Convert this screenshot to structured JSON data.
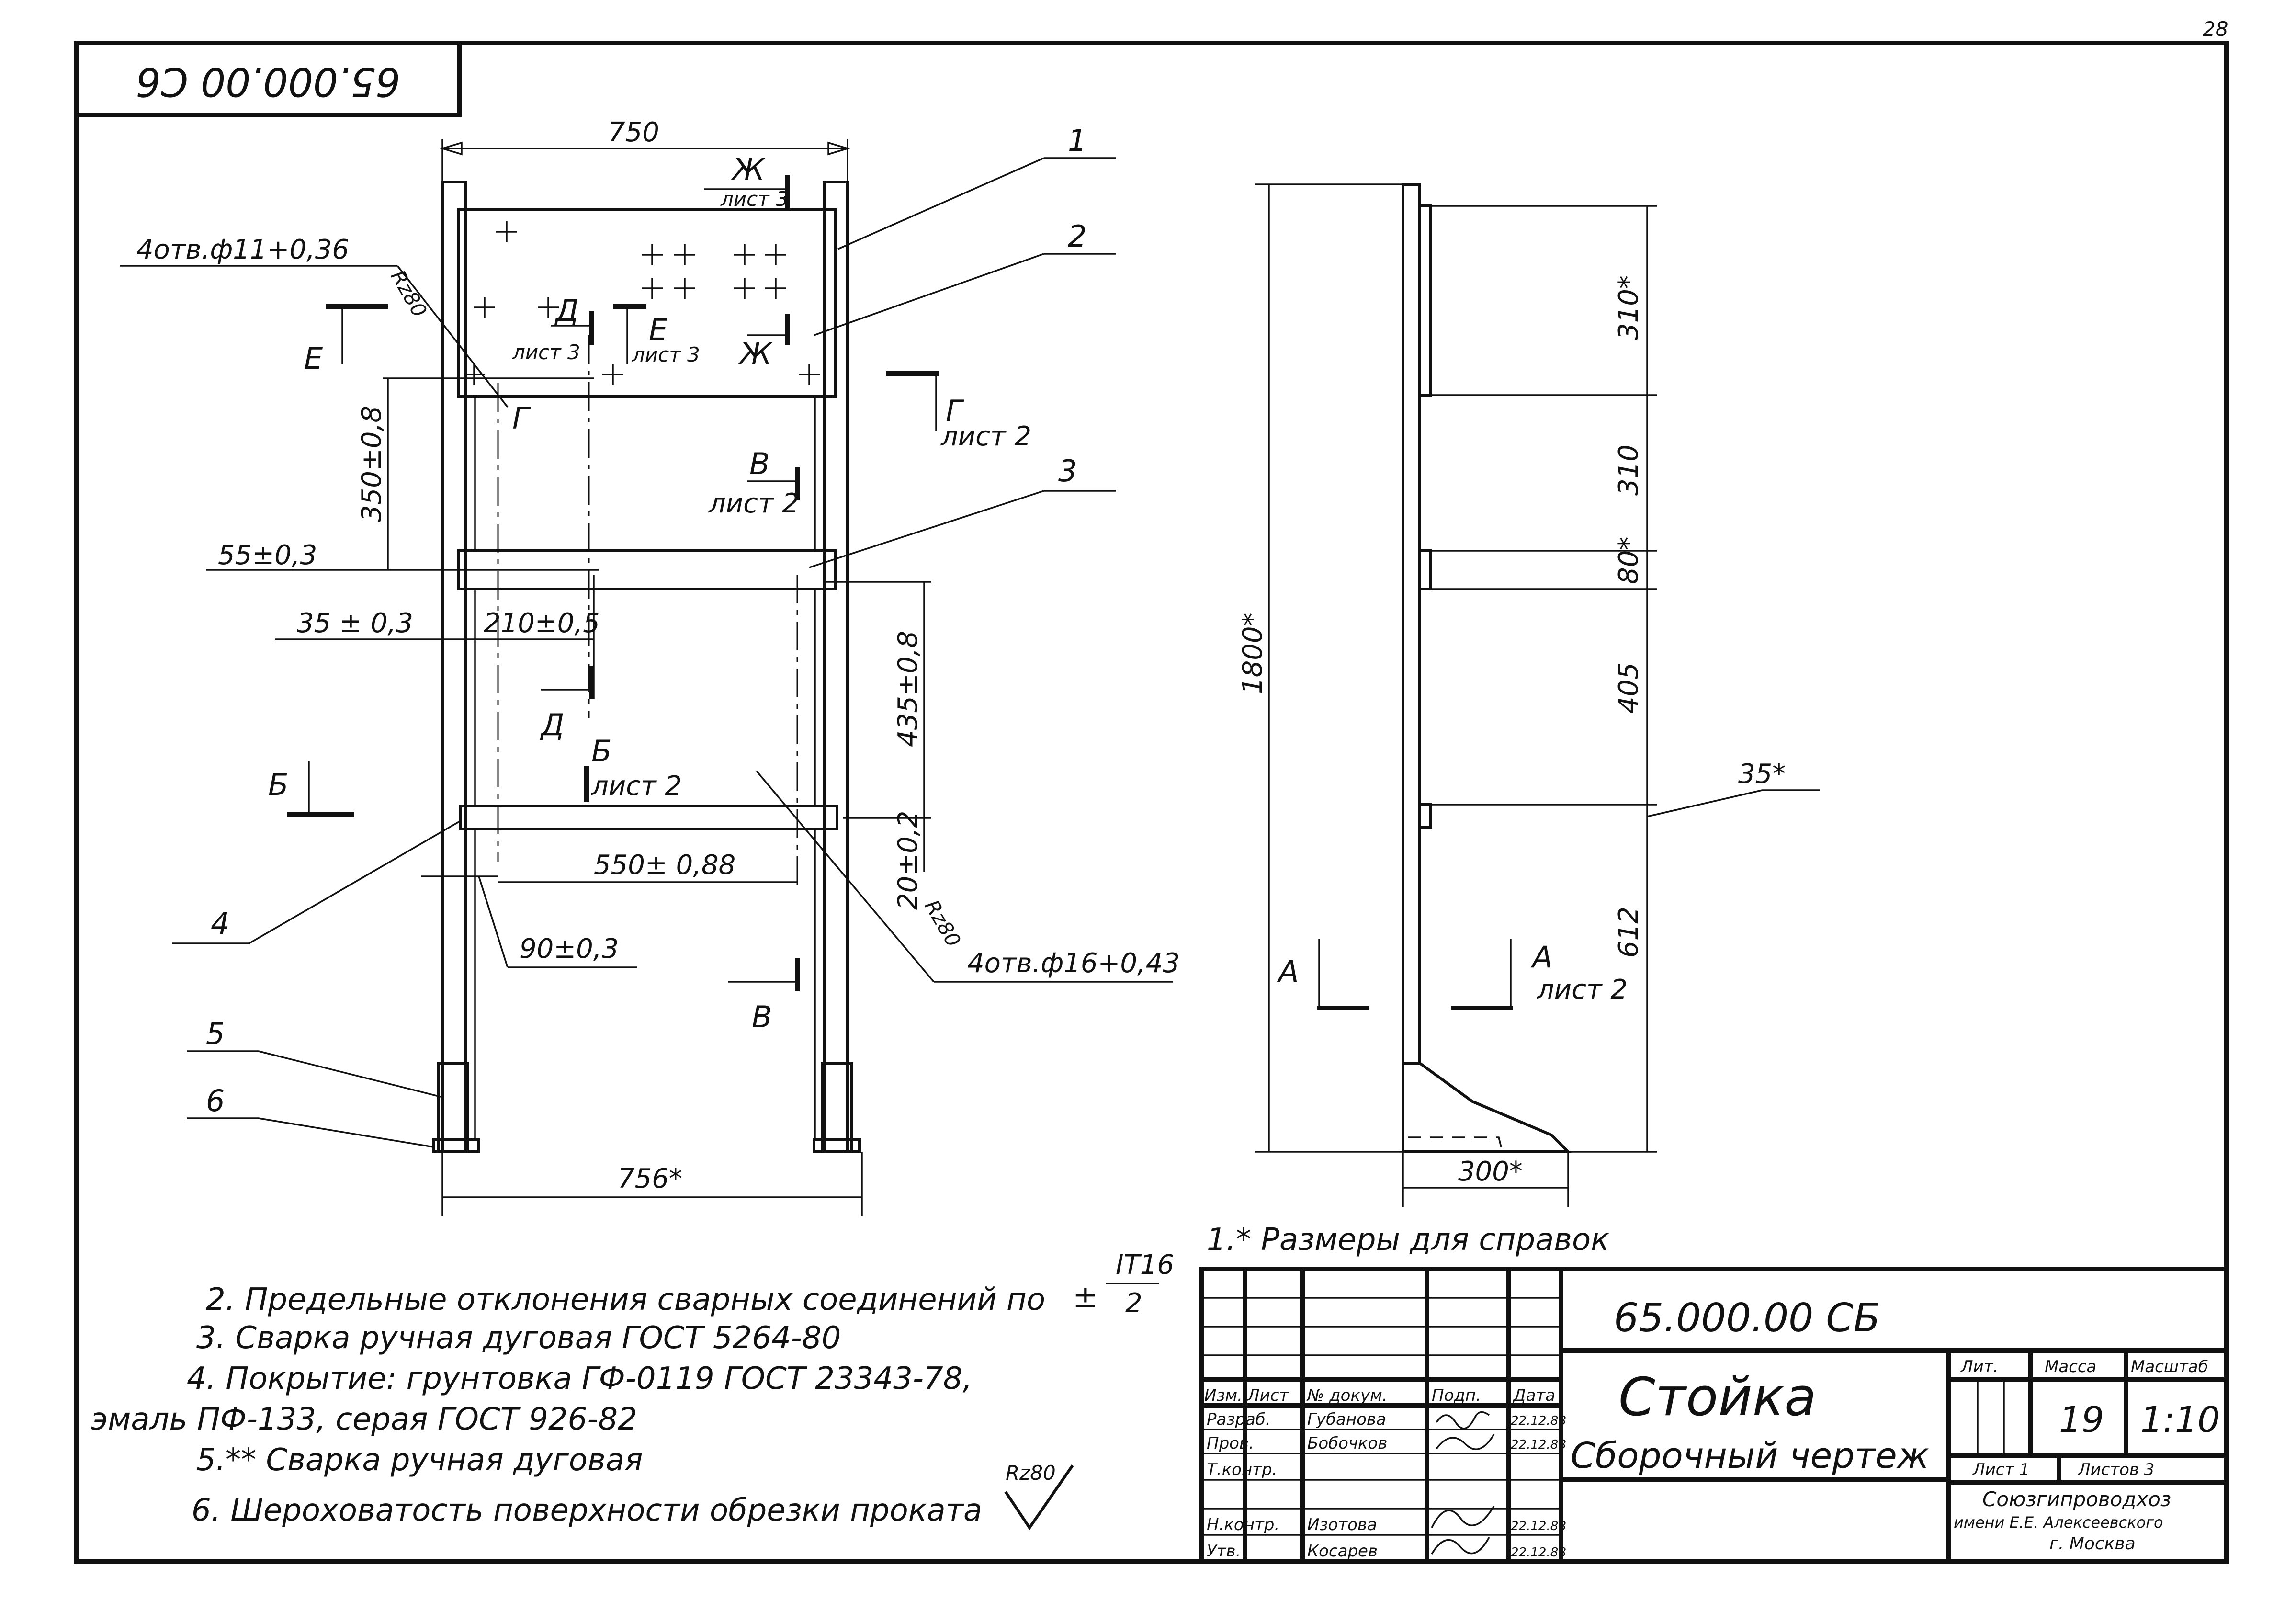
{
  "sheet": {
    "page_number": "28",
    "rotated_code": "65.000.00 С6"
  },
  "front_view": {
    "top_width": "750",
    "bottom_width": "756*",
    "holes_top": "4отв.ф11+0,36",
    "holes_bottom": "4отв.ф16+0,43",
    "roughness_top": "Rz80",
    "roughness_bottom": "Rz80",
    "dim_350": "350±0,8",
    "dim_55": "55±0,3",
    "dim_35": "35 ± 0,3",
    "dim_210": "210±0,5",
    "dim_435": "435±0,8",
    "dim_550": "550± 0,88",
    "dim_20": "20±0,2",
    "dim_90": "90±0,3",
    "sections": [
      {
        "letter": "Ж",
        "sheet": "лист 3"
      },
      {
        "letter": "Ж",
        "sheet": ""
      },
      {
        "letter": "Д",
        "sheet": "лист 3"
      },
      {
        "letter": "Д",
        "sheet": ""
      },
      {
        "letter": "Е",
        "sheet": "лист 3"
      },
      {
        "letter": "Е",
        "sheet": ""
      },
      {
        "letter": "Г",
        "sheet": "лист 2"
      },
      {
        "letter": "Г",
        "sheet": ""
      },
      {
        "letter": "В",
        "sheet": "лист 2"
      },
      {
        "letter": "В",
        "sheet": ""
      },
      {
        "letter": "Б",
        "sheet": "лист 2"
      },
      {
        "letter": "Б",
        "sheet": ""
      },
      {
        "letter": "А",
        "sheet": "лист 2"
      },
      {
        "letter": "А",
        "sheet": ""
      }
    ],
    "positions": [
      "1",
      "2",
      "3",
      "4",
      "5",
      "6"
    ]
  },
  "side_view": {
    "height": "1800*",
    "dim_310a": "310*",
    "dim_310b": "310",
    "dim_80": "80*",
    "dim_405": "405",
    "dim_612": "612",
    "dim_35": "35*",
    "base": "300*"
  },
  "notes": {
    "note1": "1.* Размеры для справок",
    "note2": "2. Предельные отклонения сварных соединений по",
    "note2_tol_top": "IT16",
    "note2_tol_bottom": "2",
    "note2_sign": "±",
    "note3": "3. Сварка ручная дуговая  ГОСТ 5264-80",
    "note4a": "4. Покрытие: грунтовка  ГФ-0119  ГОСТ 23343-78,",
    "note4b": "эмаль  ПФ-133,  серая ГОСТ 926-82",
    "note5": "5.** Сварка ручная дуговая",
    "note6": "6. Шероховатость поверхности обрезки проката",
    "note6_rz": "Rz80"
  },
  "title_block": {
    "code": "65.000.00 СБ",
    "name": "Стойка",
    "doc_type": "Сборочный чертеж",
    "col_headers": {
      "izm": "Изм.",
      "list": "Лист",
      "doc": "№ докум.",
      "sign": "Подп.",
      "date": "Дата"
    },
    "roles": [
      {
        "role": "Разраб.",
        "name": "Губанова",
        "date": "22.12.88"
      },
      {
        "role": "Пров.",
        "name": "Бобочков",
        "date": "22.12.88"
      },
      {
        "role": "Т.контр.",
        "name": "",
        "date": ""
      },
      {
        "role": "",
        "name": "",
        "date": ""
      },
      {
        "role": "Н.контр.",
        "name": "Изотова",
        "date": "22.12.88"
      },
      {
        "role": "Утв.",
        "name": "Косарев",
        "date": "22.12.88"
      }
    ],
    "lit_label": "Лит.",
    "mass_label": "Масса",
    "scale_label": "Масштаб",
    "mass": "19",
    "scale": "1:10",
    "sheet": "Лист 1",
    "sheets": "Листов 3",
    "org_line1": "Союзгипроводхоз",
    "org_line2": "имени Е.Е. Алексеевского",
    "org_line3": "г. Москва"
  }
}
